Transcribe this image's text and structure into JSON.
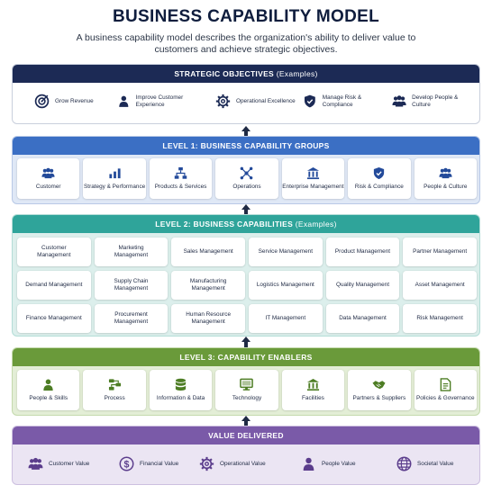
{
  "header": {
    "title": "BUSINESS CAPABILITY MODEL",
    "subtitle": "A business capability model describes the organization's ability to deliver value to customers and achieve strategic objectives."
  },
  "strategic": {
    "title": "STRATEGIC OBJECTIVES",
    "title_suffix": "(Examples)",
    "items": [
      {
        "label": "Grow Revenue",
        "icon": "target-icon"
      },
      {
        "label": "Improve Customer Experience",
        "icon": "person-icon"
      },
      {
        "label": "Operational Excellence",
        "icon": "gear-icon"
      },
      {
        "label": "Manage Risk & Compliance",
        "icon": "shield-icon"
      },
      {
        "label": "Develop People & Culture",
        "icon": "people-icon"
      }
    ]
  },
  "level1": {
    "title": "LEVEL 1: BUSINESS CAPABILITY GROUPS",
    "items": [
      {
        "label": "Customer",
        "icon": "people-icon"
      },
      {
        "label": "Strategy & Performance",
        "icon": "bar-chart-icon"
      },
      {
        "label": "Products & Services",
        "icon": "org-chart-icon"
      },
      {
        "label": "Operations",
        "icon": "network-icon"
      },
      {
        "label": "Enterprise Management",
        "icon": "building-icon"
      },
      {
        "label": "Risk & Compliance",
        "icon": "shield-icon"
      },
      {
        "label": "People & Culture",
        "icon": "people-icon"
      }
    ]
  },
  "level2": {
    "title": "LEVEL 2: BUSINESS CAPABILITIES",
    "title_suffix": "(Examples)",
    "rows": [
      [
        "Customer Management",
        "Marketing Management",
        "Sales Management",
        "Service Management",
        "Product Management",
        "Partner Management"
      ],
      [
        "Demand Management",
        "Supply Chain Management",
        "Manufacturing Management",
        "Logistics Management",
        "Quality Management",
        "Asset Management"
      ],
      [
        "Finance Management",
        "Procurement Management",
        "Human Resource Management",
        "IT Management",
        "Data Management",
        "Risk Management"
      ]
    ]
  },
  "level3": {
    "title": "LEVEL 3: CAPABILITY ENABLERS",
    "items": [
      {
        "label": "People & Skills",
        "icon": "person-icon"
      },
      {
        "label": "Process",
        "icon": "process-icon"
      },
      {
        "label": "Information & Data",
        "icon": "database-icon"
      },
      {
        "label": "Technology",
        "icon": "monitor-icon"
      },
      {
        "label": "Facilities",
        "icon": "building-icon"
      },
      {
        "label": "Partners & Suppliers",
        "icon": "handshake-icon"
      },
      {
        "label": "Policies & Governance",
        "icon": "document-icon"
      }
    ]
  },
  "value": {
    "title": "VALUE DELIVERED",
    "items": [
      {
        "label": "Customer Value",
        "icon": "people-icon"
      },
      {
        "label": "Financial Value",
        "icon": "dollar-icon"
      },
      {
        "label": "Operational Value",
        "icon": "gear-icon"
      },
      {
        "label": "People Value",
        "icon": "person-icon"
      },
      {
        "label": "Societal Value",
        "icon": "globe-icon"
      }
    ]
  },
  "colors": {
    "navy": "#1c2a55",
    "blue": "#3b6fc4",
    "teal": "#2fa49a",
    "green": "#6a9a3a",
    "purple": "#7a5aa8"
  }
}
